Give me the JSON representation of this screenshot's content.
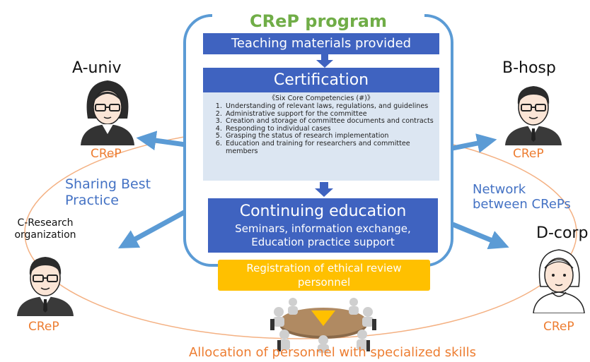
{
  "program": {
    "title": "CReP program",
    "teaching": "Teaching materials provided",
    "certification": "Certification",
    "competencies_title": "《Six Core Competencies (#)》",
    "competencies": [
      "Understanding of relevant laws, regulations, and guidelines",
      "Administrative support for the committee",
      "Creation and storage of committee documents and contracts",
      "Responding to individual cases",
      "Grasping the status of research implementation",
      "Education and training for researchers and committee members"
    ],
    "continuing_title": "Continuing education",
    "continuing_line1": "Seminars, information exchange,",
    "continuing_line2": "Education practice support"
  },
  "registration": "Registration of ethical review personnel",
  "allocation": "Allocation of personnel with specialized skills",
  "left_note": {
    "line1": "Sharing Best",
    "line2": "Practice"
  },
  "right_note": {
    "line1": "Network",
    "line2": "between CRePs"
  },
  "people": {
    "a_univ": {
      "name": "A-univ",
      "role": "CReP"
    },
    "b_hosp": {
      "name": "B-hosp",
      "role": "CReP"
    },
    "c_research": {
      "name_line1": "C-Research",
      "name_line2": "organization",
      "role": "CReP"
    },
    "d_corp": {
      "name": "D-corp",
      "role": "CReP"
    }
  },
  "colors": {
    "program_border": "#5b9bd5",
    "program_title": "#70ad47",
    "box_blue": "#3f63c0",
    "cert_body": "#dce6f2",
    "arrow_blue": "#5b9bd5",
    "registration_bg": "#ffc000",
    "crep_orange": "#ed7d31",
    "note_blue": "#4472c4"
  }
}
